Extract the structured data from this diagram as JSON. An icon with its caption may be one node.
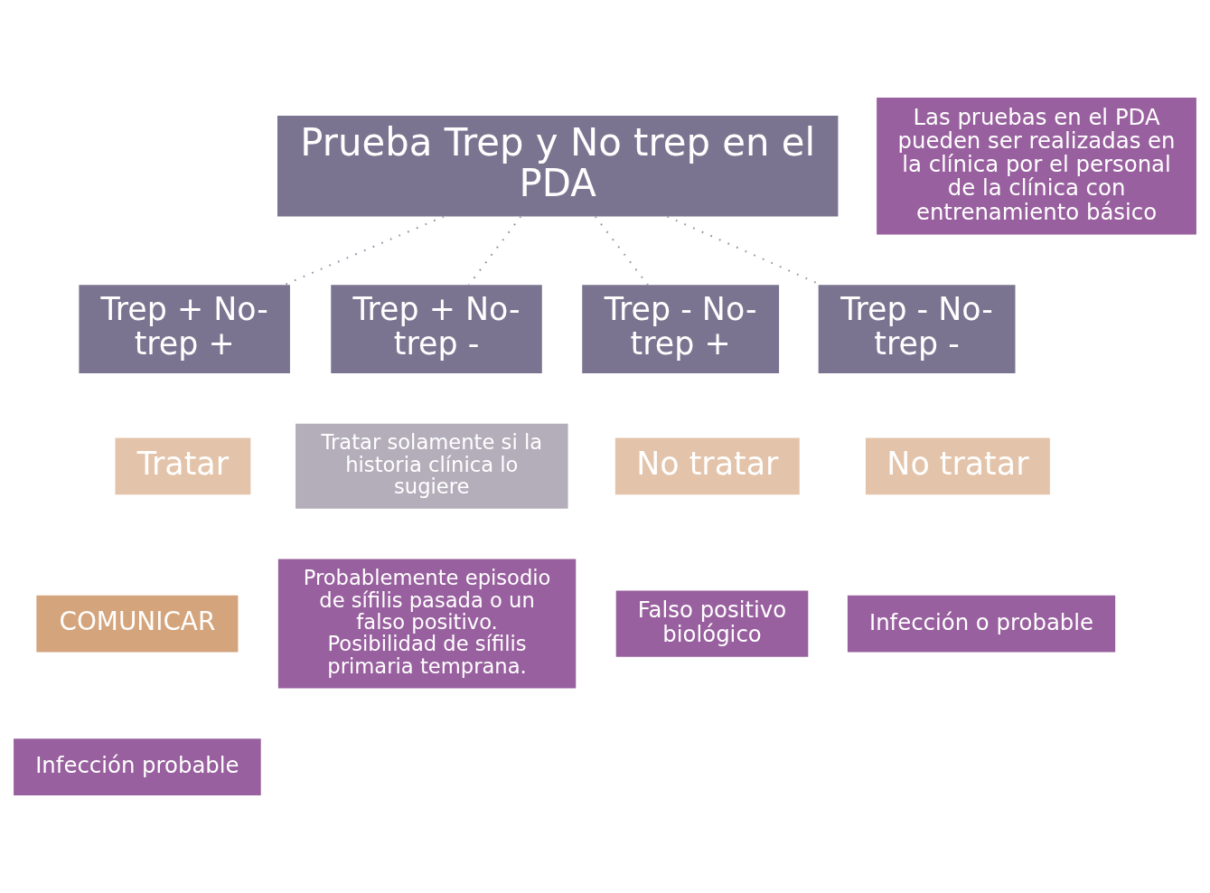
{
  "diagram": {
    "nodes": [
      {
        "text": [
          "Prueba Trep y No trep en el PDA"
        ]
      },
      {
        "text": [
          "Las pruebas en el PDA pueden ser realizadas en la clínica por el personal de la clínica con entrenamiento básico"
        ]
      },
      {
        "text": [
          "Trep + No-trep +"
        ]
      },
      {
        "text": [
          "Trep + No-trep -"
        ]
      },
      {
        "text": [
          "Trep - No-trep +"
        ]
      },
      {
        "text": [
          "Trep - No-trep -"
        ]
      },
      {
        "text": [
          "Tratar"
        ]
      },
      {
        "text": [
          "COMUNICAR"
        ]
      },
      {
        "text": [
          "Infección probable"
        ]
      },
      {
        "text": [
          "Tratar solamente si la historia clínica lo sugiere"
        ]
      },
      {
        "text": [
          "Probablemente episodio de sífilis pasada o un falso positivo. Posibilidad de sífilis primaria temprana."
        ]
      },
      {
        "text": [
          "No tratar"
        ]
      },
      {
        "text": [
          "Falso positivo biológico"
        ]
      },
      {
        "text": [
          "No tratar"
        ]
      },
      {
        "text": [
          "Infección o probable"
        ]
      }
    ],
    "edges": [
      {
        "from": 0,
        "to": 2,
        "arrow": "none",
        "style": "dashed"
      },
      {
        "from": 0,
        "to": 3,
        "arrow": "none",
        "style": "dashed"
      },
      {
        "from": 0,
        "to": 4,
        "arrow": "none",
        "style": "dashed"
      },
      {
        "from": 0,
        "to": 5,
        "arrow": "none",
        "style": "dashed"
      }
    ]
  }
}
